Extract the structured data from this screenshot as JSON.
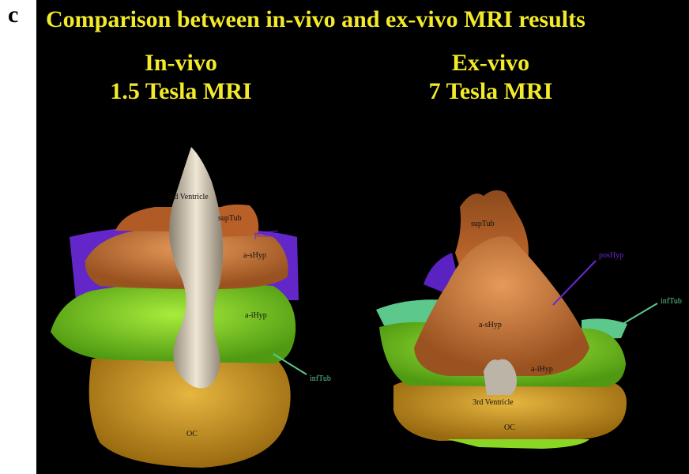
{
  "panel_letter": "c",
  "title": "Comparison between in-vivo and ex-vivo MRI results",
  "left": {
    "heading_line1": "In-vivo",
    "heading_line2": "1.5 Tesla MRI",
    "labels": {
      "third_ventricle": "3rd Ventricle",
      "suptub": "supTub",
      "poshyp": "posHyp",
      "a_shyp": "a-sHyp",
      "a_ihyp": "a-iHyp",
      "inftub": "infTub",
      "oc": "OC"
    }
  },
  "right": {
    "heading_line1": "Ex-vivo",
    "heading_line2": "7 Tesla MRI",
    "labels": {
      "suptub": "supTub",
      "poshyp": "posHyp",
      "inftub": "infTub",
      "a_shyp": "a-sHyp",
      "a_ihyp": "a-iHyp",
      "third_ventricle": "3rd Ventricle",
      "oc": "OC"
    }
  },
  "colors": {
    "title": "#f2ea2a",
    "background": "#000000",
    "ventricle": "#d8cdb8",
    "suptub": "#b55d28",
    "poshyp": "#6a2ad0",
    "a_shyp": "#d07a3a",
    "a_ihyp": "#8ad624",
    "inftub": "#5cc88c",
    "oc": "#d8a42a"
  }
}
